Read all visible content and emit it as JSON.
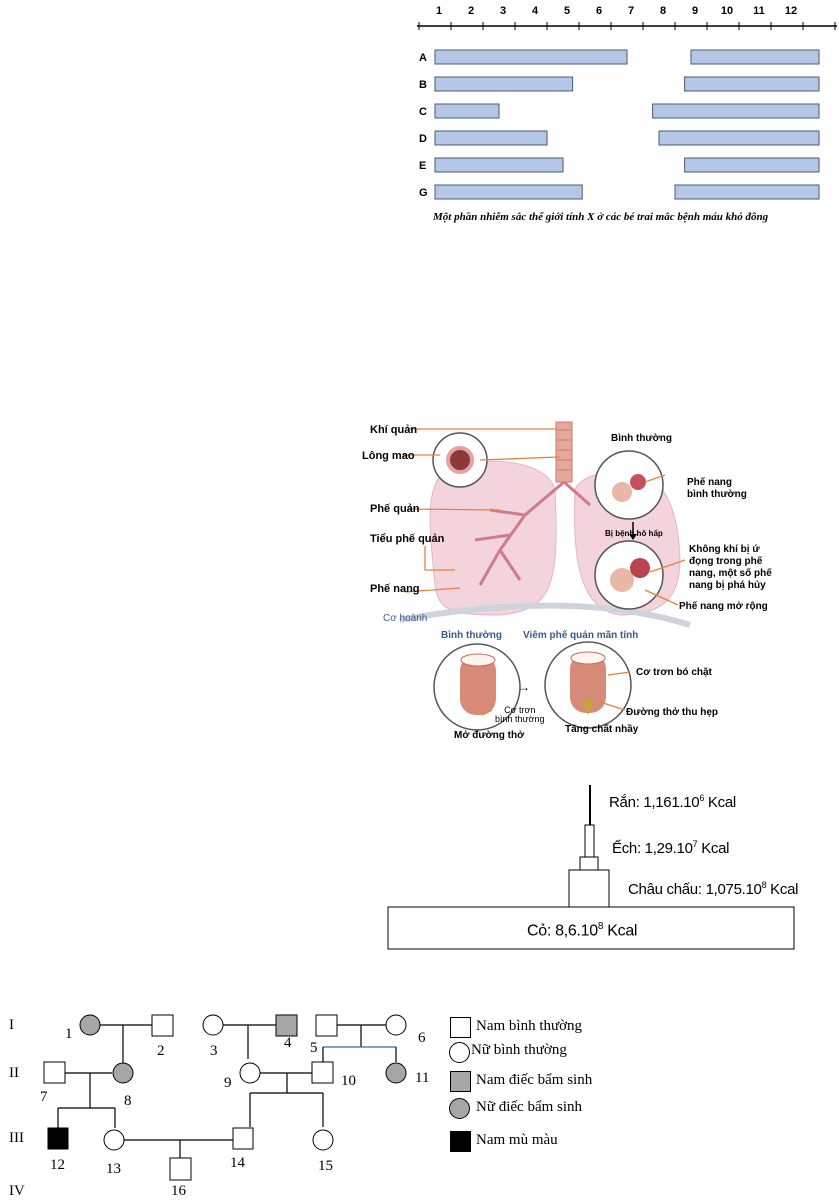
{
  "chromosome_figure": {
    "scale": [
      "1",
      "2",
      "3",
      "4",
      "5",
      "6",
      "7",
      "8",
      "9",
      "10",
      "11",
      "12"
    ],
    "rows": [
      {
        "label": "A",
        "segments": [
          [
            1,
            7
          ],
          [
            9,
            13
          ]
        ]
      },
      {
        "label": "B",
        "segments": [
          [
            1,
            5.3
          ],
          [
            8.8,
            13
          ]
        ]
      },
      {
        "label": "C",
        "segments": [
          [
            1,
            3
          ],
          [
            7.8,
            13
          ]
        ]
      },
      {
        "label": "D",
        "segments": [
          [
            1,
            4.5
          ],
          [
            8,
            13
          ]
        ]
      },
      {
        "label": "E",
        "segments": [
          [
            1,
            5
          ],
          [
            8.8,
            13
          ]
        ]
      },
      {
        "label": "G",
        "segments": [
          [
            1,
            5.6
          ],
          [
            8.5,
            13
          ]
        ]
      }
    ],
    "bar_color": "#b4c7e7",
    "caption": "Một phần nhiễm sắc thể giới tính X ở các bé trai mắc bệnh máu khó đông"
  },
  "lung_figure": {
    "labels": {
      "khi_quan": "Khí quản",
      "long_mao": "Lông mao",
      "phe_quan": "Phế quản",
      "tieu_phe_quan": "Tiểu phế quản",
      "phe_nang": "Phế nang",
      "co_hoanh": "Cơ hoành",
      "binh_thuong_top": "Bình thường",
      "phe_nang_bt_1": "Phế nang",
      "phe_nang_bt_2": "bình thường",
      "bi_benh": "Bị bệnh hô hấp",
      "khong_khi_1": "Không khí bị ứ",
      "khong_khi_2": "đọng trong phế",
      "khong_khi_3": "nang, một số phế",
      "khong_khi_4": "nang bị phá hủy",
      "phe_nang_mo_rong": "Phế nang mở rộng",
      "binh_thuong_bottom": "Bình thường",
      "viem": "Viêm phế quản mãn tính",
      "co_tron_1": "Cơ trơn",
      "co_tron_2": "bình thường",
      "mo_duong_tho": "Mở đường thở",
      "co_tron_bo_chat": "Cơ trơn bó chặt",
      "duong_tho_thu_hep": "Đường thở thu hẹp",
      "tang_chat_nhay": "Tăng chất nhầy"
    }
  },
  "energy_pyramid": {
    "levels": [
      {
        "name": "Rắn",
        "text": "Rắn: 1,161.10",
        "exp": "6",
        "unit": " Kcal"
      },
      {
        "name": "Ếch",
        "text": "Ếch: 1,29.10",
        "exp": "7",
        "unit": " Kcal"
      },
      {
        "name": "Châu chấu",
        "text": "Châu chấu: 1,075.10",
        "exp": "8",
        "unit": " Kcal"
      },
      {
        "name": "Cỏ",
        "text": "Cỏ: 8,6.10",
        "exp": "8",
        "unit": " Kcal"
      }
    ]
  },
  "pedigree": {
    "generations": [
      "I",
      "II",
      "III",
      "IV"
    ],
    "numbers": [
      "1",
      "2",
      "3",
      "4",
      "5",
      "6",
      "7",
      "8",
      "9",
      "10",
      "11",
      "12",
      "13",
      "14",
      "15",
      "16"
    ],
    "legend": [
      {
        "symbol": "square-white",
        "text": "Nam bình thường"
      },
      {
        "symbol": "circle-white",
        "text": "Nữ bình thường"
      },
      {
        "symbol": "square-gray",
        "text": "Nam điếc bẩm sinh"
      },
      {
        "symbol": "circle-gray",
        "text": "Nữ điếc bẩm sinh"
      },
      {
        "symbol": "square-black",
        "text": "Nam mù màu"
      }
    ],
    "colors": {
      "affected_deaf": "#a6a6a6",
      "affected_colorblind": "#000000"
    }
  }
}
